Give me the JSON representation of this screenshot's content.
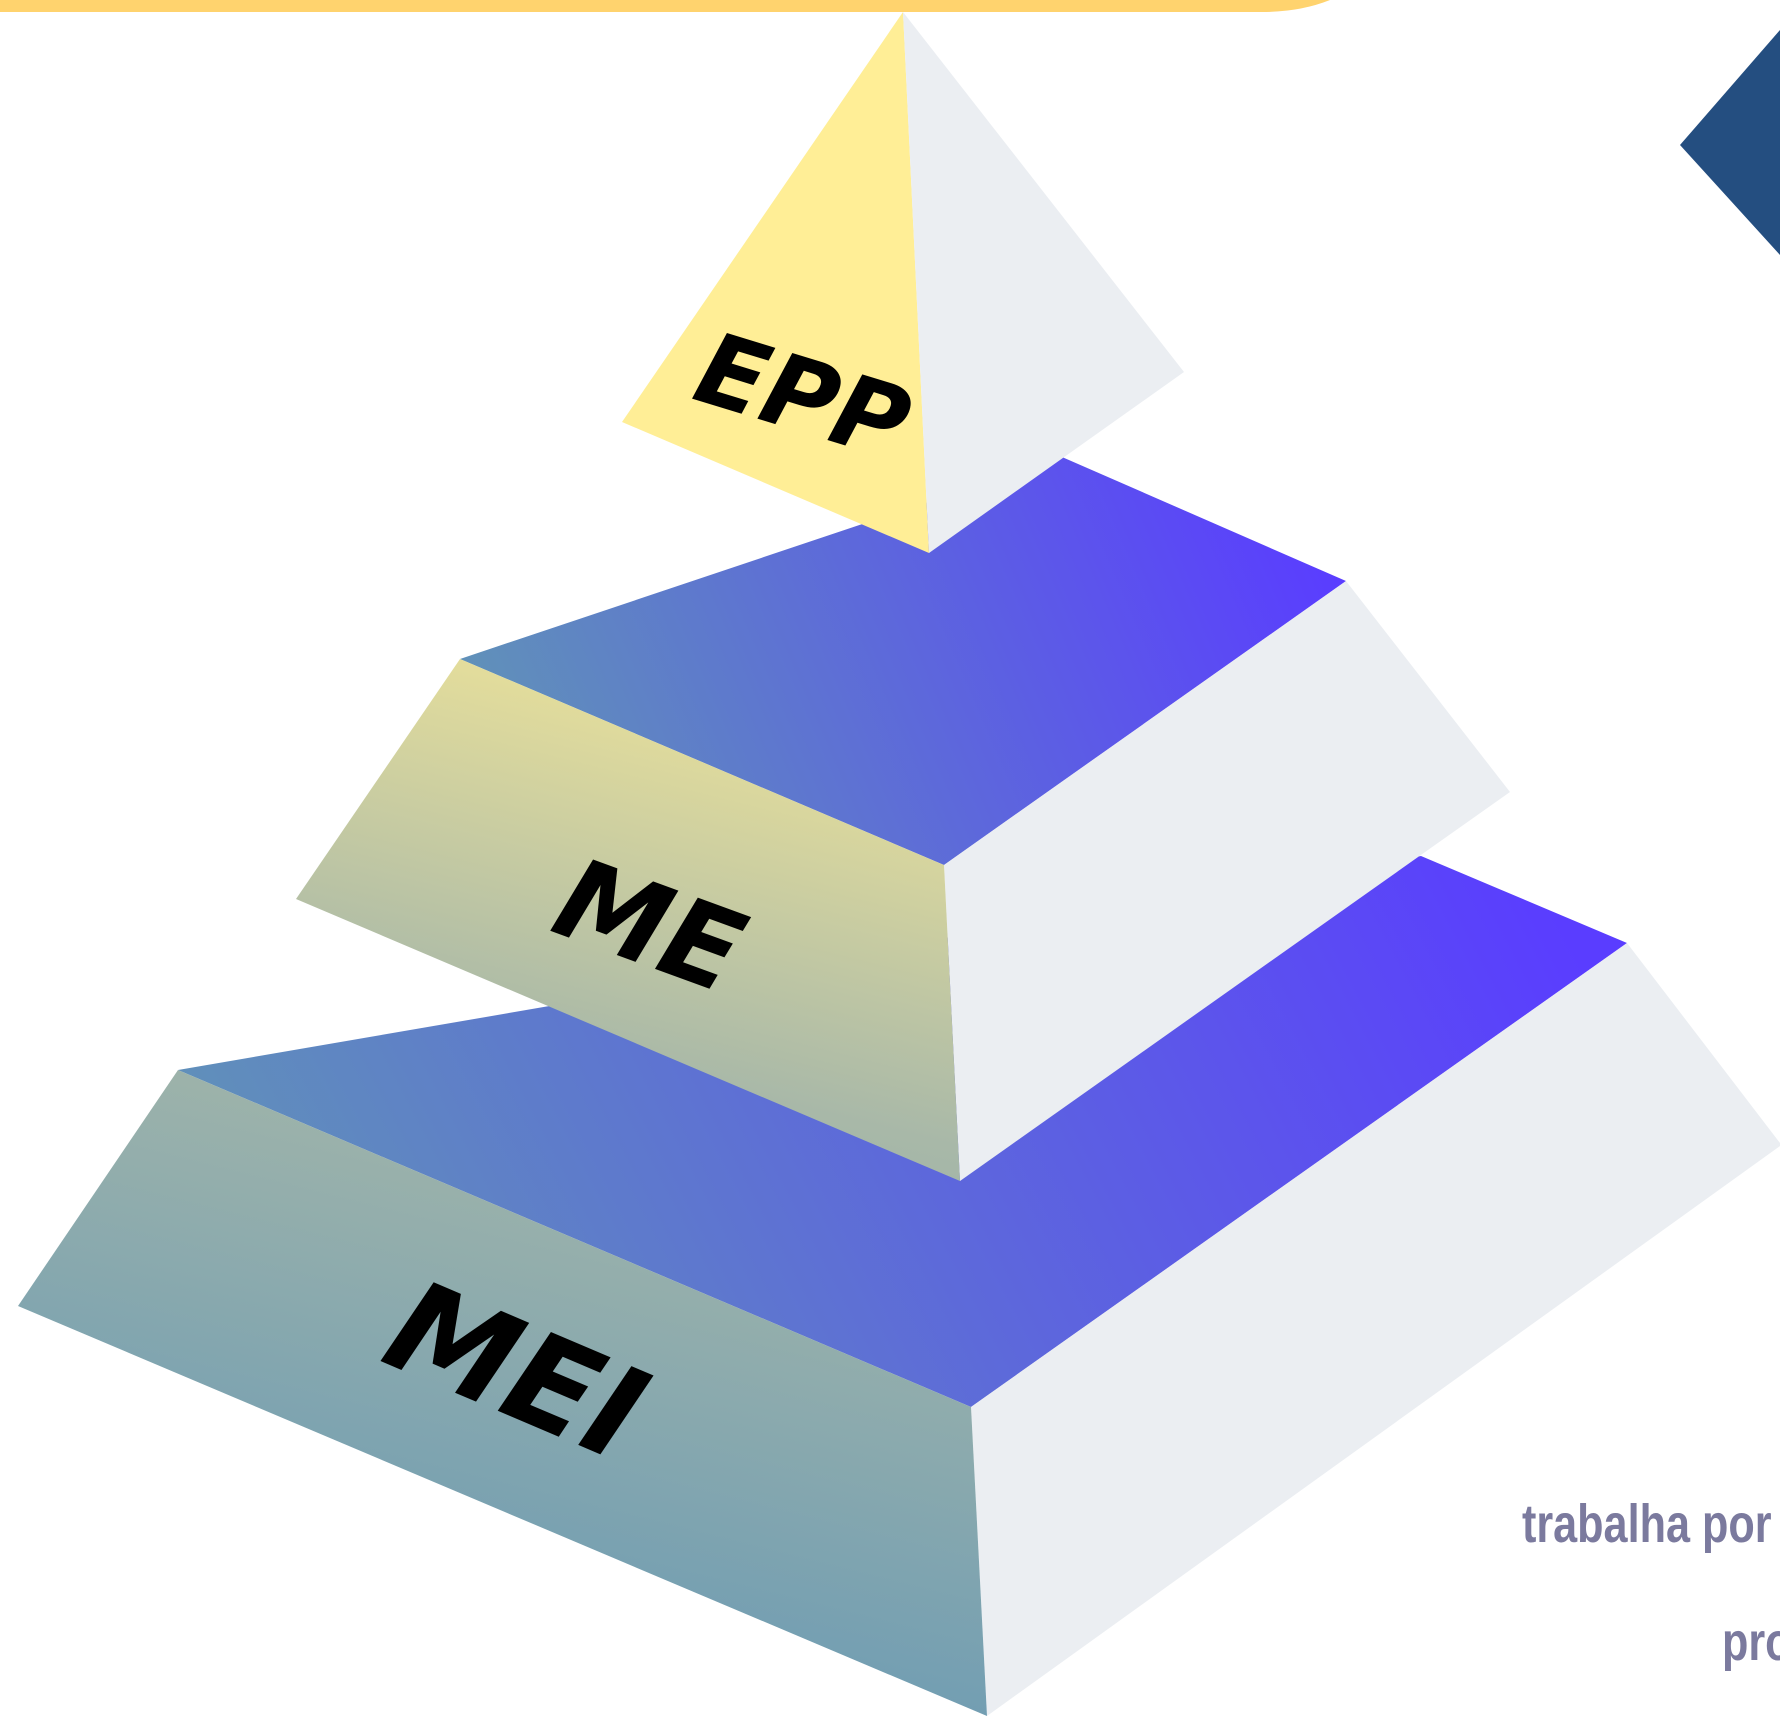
{
  "tiers": [
    {
      "label": "EPP"
    },
    {
      "label": "ME"
    },
    {
      "label": "MEI"
    }
  ],
  "side_text": {
    "line1": "trabalha por c",
    "line2": "pro"
  },
  "colors": {
    "banner": "#ffd36e",
    "diamond": "#244e80",
    "right_face": "#ebeef2",
    "top_gradient_start": "#6092b8",
    "top_gradient_end": "#5a3dff",
    "front_gradient_light": "#ffee96",
    "front_gradient_dark": "#6a9ab4",
    "epp_front": "#ffee96",
    "label": "#000000",
    "side_text": "#7b7a9e"
  }
}
